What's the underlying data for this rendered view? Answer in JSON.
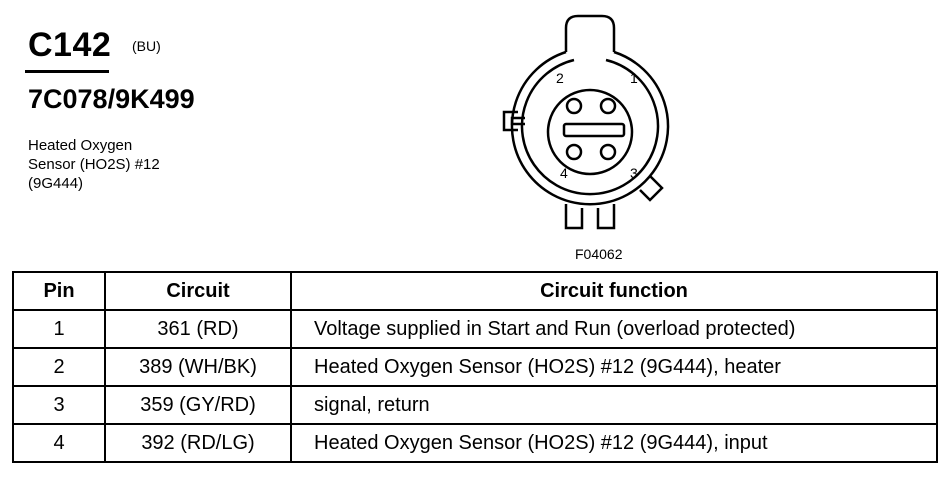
{
  "connector": {
    "id": "C142",
    "color": "(BU)",
    "part_number": "7C078/9K499",
    "description_lines": [
      "Heated Oxygen",
      "Sensor (HO2S) #12",
      "(9G444)"
    ],
    "figure_id": "F04062",
    "pin_labels": [
      "1",
      "2",
      "3",
      "4"
    ]
  },
  "table": {
    "headers": [
      "Pin",
      "Circuit",
      "Circuit function"
    ],
    "rows": [
      {
        "pin": "1",
        "circuit": "361 (RD)",
        "function": "Voltage supplied in Start and Run (overload protected)"
      },
      {
        "pin": "2",
        "circuit": "389 (WH/BK)",
        "function": "Heated Oxygen Sensor (HO2S) #12 (9G444), heater"
      },
      {
        "pin": "3",
        "circuit": "359 (GY/RD)",
        "function": "signal, return"
      },
      {
        "pin": "4",
        "circuit": "392 (RD/LG)",
        "function": "Heated Oxygen Sensor (HO2S) #12 (9G444), input"
      }
    ]
  }
}
